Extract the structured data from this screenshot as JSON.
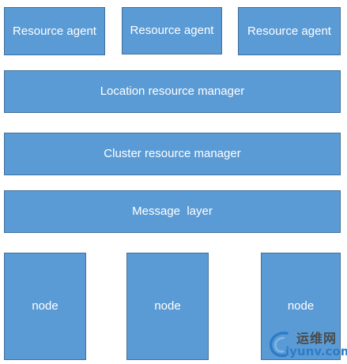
{
  "diagram": {
    "resource_agents": [
      {
        "label": "Resource agent"
      },
      {
        "label": "Resource agent"
      },
      {
        "label": "Resource agent"
      }
    ],
    "location_resource_manager": {
      "label": "Location resource manager"
    },
    "cluster_resource_manager": {
      "label": "Cluster resource manager"
    },
    "message_layer": {
      "label": "Message  layer"
    },
    "nodes": [
      {
        "label": "node"
      },
      {
        "label": "node"
      },
      {
        "label": "node"
      }
    ]
  },
  "colors": {
    "box_fill": "#5b9bd5",
    "box_border": "#41719c",
    "box_text": "#ffffff",
    "background": "#ffffff"
  },
  "watermark": {
    "site_name_cn": "运维网",
    "site_domain": "iyunv.com"
  }
}
